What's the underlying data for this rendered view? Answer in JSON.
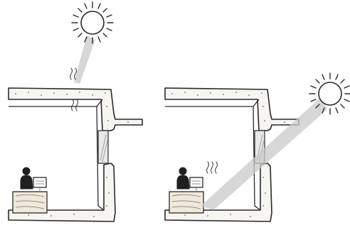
{
  "panels": [
    {
      "id": "left",
      "sun": "high",
      "beam_reaches_floor": false
    },
    {
      "id": "right",
      "sun": "low",
      "beam_reaches_floor": true
    }
  ],
  "icons": {
    "sun": "sun-icon",
    "person": "person-at-desk-icon",
    "monitor": "monitor-icon",
    "heat": "heat-waves-icon"
  }
}
